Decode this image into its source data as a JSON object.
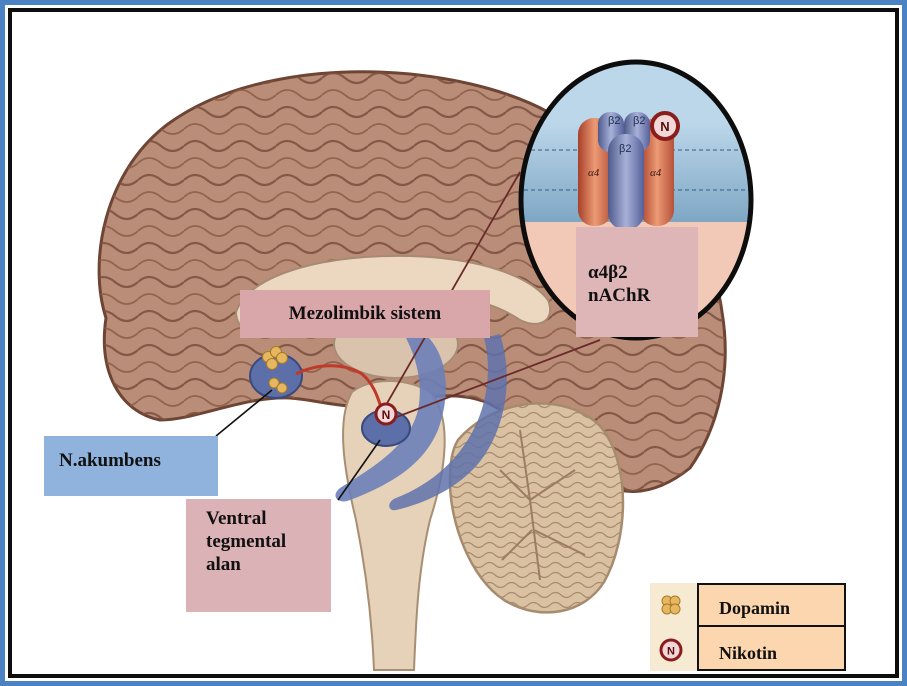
{
  "labels": {
    "mesolimbic": "Mezolimbik sistem",
    "nucleus_accumbens": "N.akumbens",
    "vta_line1": "Ventral",
    "vta_line2": "tegmental",
    "vta_line3": "alan",
    "receptor_line1": "α4β2",
    "receptor_line2": "nAChR"
  },
  "receptor_inset": {
    "subunits": [
      "β2",
      "β2",
      "β2",
      "α4",
      "α4"
    ],
    "ligand": "N"
  },
  "legend": {
    "dopamine": "Dopamin",
    "nicotine": "Nikotin",
    "nicotine_symbol": "N"
  },
  "markers": {
    "vta_nicotine": "N"
  },
  "colors": {
    "outer_frame": "#4a82c4",
    "mesolimbic_label": "#d9a6aa",
    "accumbens_label": "#8fb3dd",
    "vta_label": "#dbb2b5",
    "receptor_label": "#dfb6b8",
    "legend_row": "#fbd6ae",
    "dopamine_pathway": "#c0392b",
    "brain_tissue": "#b98d78",
    "ventricle_structures": "#6c7fb8"
  }
}
